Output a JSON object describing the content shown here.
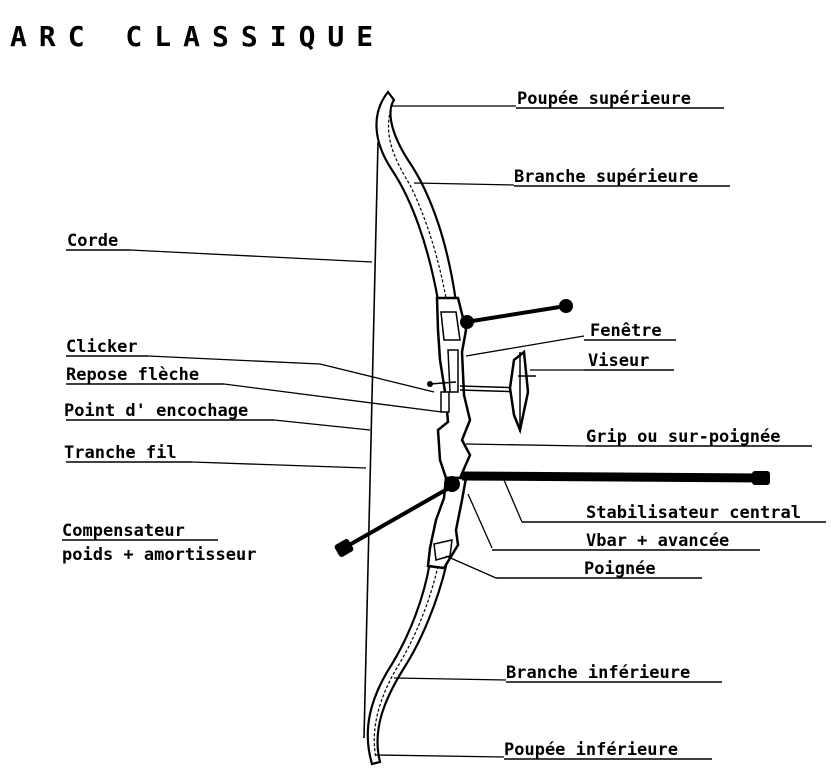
{
  "title": "ARC CLASSIQUE",
  "labels": {
    "poupee_superieure": "Poupée supérieure",
    "branche_superieure": "Branche supérieure",
    "corde": "Corde",
    "fenetre": "Fenêtre",
    "viseur": "Viseur",
    "clicker": "Clicker",
    "repose_fleche": "Repose flèche",
    "point_encochage": "Point d' encochage",
    "tranche_fil": "Tranche fil",
    "grip": "Grip ou sur-poignée",
    "stabilisateur_central": "Stabilisateur central",
    "compensateur_line1": "Compensateur",
    "compensateur_line2": "poids + amortisseur",
    "vbar": "Vbar + avancée",
    "poignee": "Poignée",
    "branche_inferieure": "Branche inférieure",
    "poupee_inferieure": "Poupée inférieure"
  }
}
